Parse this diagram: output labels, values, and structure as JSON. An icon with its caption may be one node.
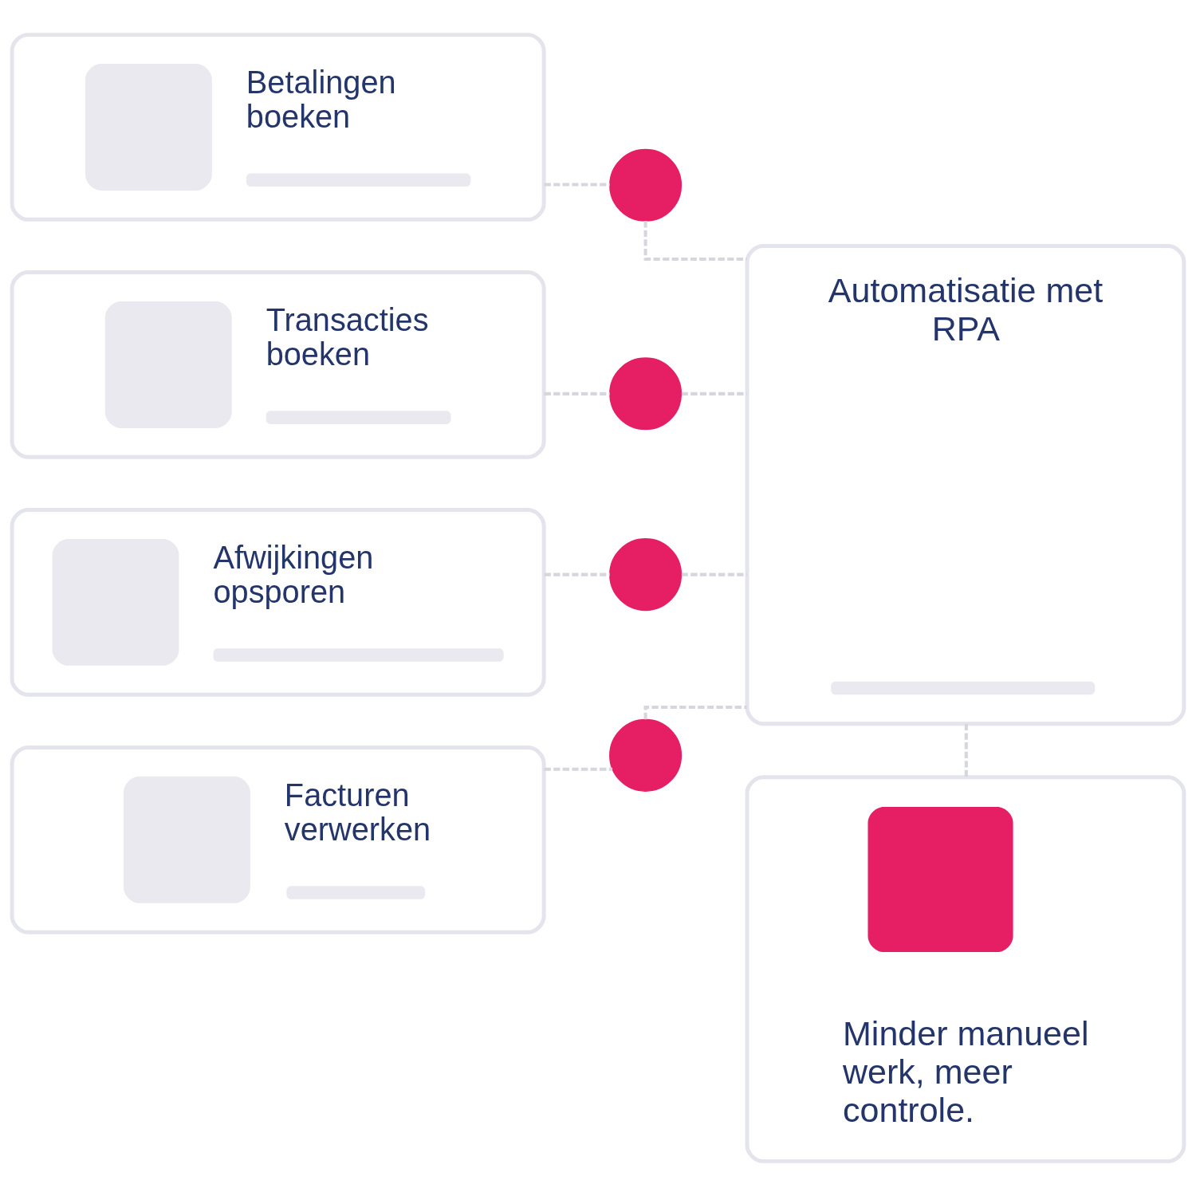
{
  "diagram": {
    "nodes": [
      {
        "text": [
          "Betalingen boeken"
        ]
      },
      {
        "text": [],
        "shape": "circle"
      },
      {
        "text": [
          "Transacties boeken"
        ]
      },
      {
        "text": [],
        "shape": "circle"
      },
      {
        "text": [
          "Afwijkingen opsporen"
        ]
      },
      {
        "text": [],
        "shape": "circle"
      },
      {
        "text": [
          "Facturen verwerken"
        ]
      },
      {
        "text": [],
        "shape": "circle"
      },
      {
        "text": [
          "Automatisatie met RPA"
        ]
      },
      {
        "text": [
          "Minder manueel werk, meer controle."
        ]
      }
    ],
    "edges": [
      {
        "from": 0,
        "to": 1,
        "arrow": "none",
        "style": "dashed"
      },
      {
        "from": 1,
        "to": 8,
        "arrow": "none",
        "style": "dashed"
      },
      {
        "from": 2,
        "to": 3,
        "arrow": "none",
        "style": "dashed"
      },
      {
        "from": 3,
        "to": 8,
        "arrow": "none",
        "style": "dashed"
      },
      {
        "from": 4,
        "to": 5,
        "arrow": "none",
        "style": "dashed"
      },
      {
        "from": 5,
        "to": 8,
        "arrow": "none",
        "style": "dashed"
      },
      {
        "from": 6,
        "to": 7,
        "arrow": "none",
        "style": "dashed"
      },
      {
        "from": 7,
        "to": 8,
        "arrow": "none",
        "style": "dashed"
      },
      {
        "from": 8,
        "to": 9,
        "arrow": "none",
        "style": "dashed"
      }
    ]
  }
}
